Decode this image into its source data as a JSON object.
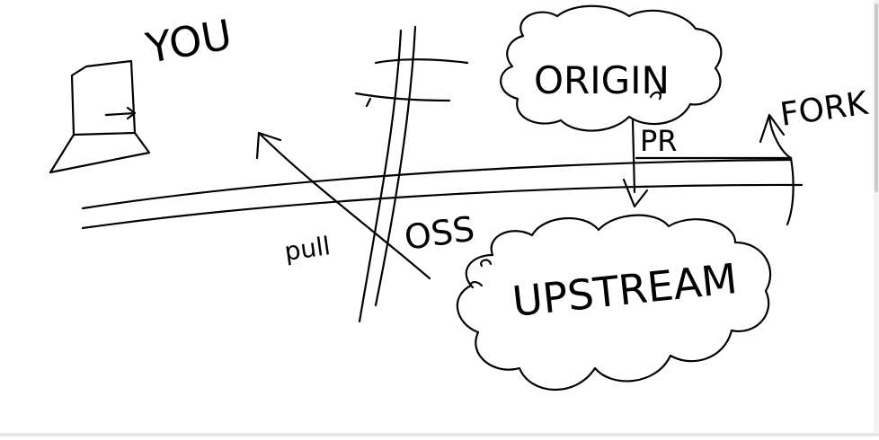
{
  "diagram": {
    "labels": {
      "you": "YOU",
      "origin": "ORIGIN",
      "fork": "FORK",
      "pr": "PR",
      "oss": "OSS",
      "pull": "pull",
      "upstream": "UPSTREAM"
    }
  },
  "icons": {
    "laptop": "laptop-icon"
  },
  "colors": {
    "ink": "#000000",
    "background": "#ffffff"
  }
}
